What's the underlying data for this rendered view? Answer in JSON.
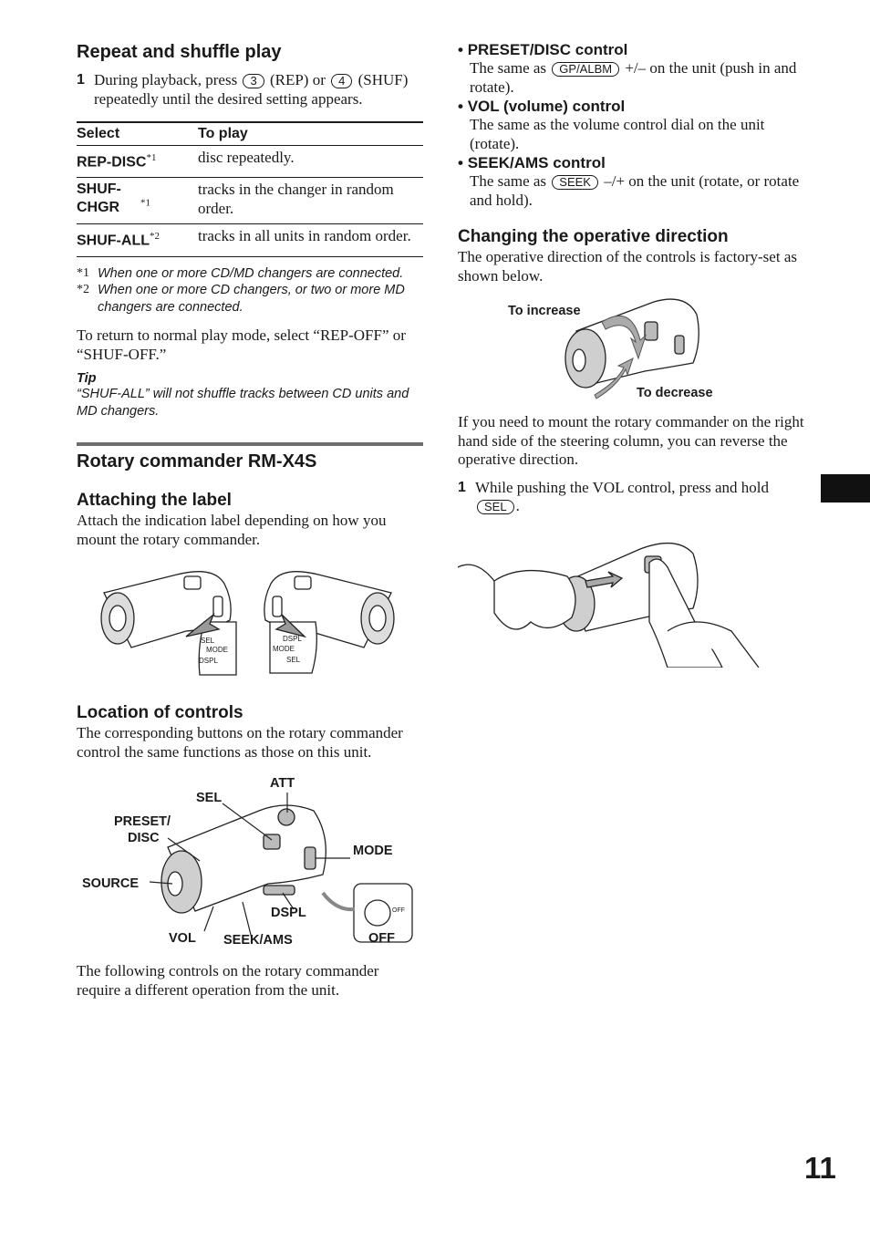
{
  "repeat": {
    "heading": "Repeat and shuffle play",
    "step_num": "1",
    "step_pre": "During playback, press",
    "btn3": "3",
    "mid": "(REP) or",
    "btn4": "4",
    "step_post": "(SHUF) repeatedly until the desired setting appears.",
    "table": {
      "headers": [
        "Select",
        "To play"
      ],
      "rows": [
        {
          "select": "REP-DISC",
          "sup": "*1",
          "play": "disc repeatedly."
        },
        {
          "select": "SHUF-CHGR",
          "sup": "*1",
          "play": "tracks in the changer in random order."
        },
        {
          "select": "SHUF-ALL",
          "sup": "*2",
          "play": "tracks in all units in random order."
        }
      ]
    },
    "footnotes": [
      {
        "mark": "*1",
        "text": "When one or more CD/MD changers are connected."
      },
      {
        "mark": "*2",
        "text": "When one or more CD changers, or two or more MD changers are connected."
      }
    ],
    "return_text": "To return to normal play mode, select “REP-OFF” or “SHUF-OFF.”",
    "tip_heading": "Tip",
    "tip_text": "“SHUF-ALL” will not shuffle tracks between CD units and MD changers."
  },
  "rotary": {
    "heading": "Rotary commander RM-X4S",
    "attach_heading": "Attaching the label",
    "attach_text": "Attach the indication label depending on how you mount the rotary commander.",
    "label1": [
      "SEL",
      "MODE",
      "DSPL"
    ],
    "label2": [
      "DSPL",
      "MODE",
      "SEL"
    ],
    "location_heading": "Location of controls",
    "location_text": "The corresponding buttons on the rotary commander control the same functions as those on this unit.",
    "callouts": {
      "att": "ATT",
      "sel": "SEL",
      "preset": "PRESET/",
      "disc": "DISC",
      "mode": "MODE",
      "source": "SOURCE",
      "dspl": "DSPL",
      "vol": "VOL",
      "seek": "SEEK/AMS",
      "off": "OFF",
      "off_small": "OFF"
    },
    "following_text": "The following controls on the rotary commander require a different operation from the unit."
  },
  "controls": [
    {
      "title": "PRESET/DISC control",
      "pre": "The same as",
      "btn": "GP/ALBM",
      "post": "+/– on the unit (push in and rotate)."
    },
    {
      "title": "VOL (volume) control",
      "pre": "The same as the volume control dial on the unit (rotate).",
      "btn": "",
      "post": ""
    },
    {
      "title": "SEEK/AMS control",
      "pre": "The same as",
      "btn": "SEEK",
      "post": "–/+ on the unit (rotate, or rotate and hold)."
    }
  ],
  "direction": {
    "heading": "Changing the operative direction",
    "text": "The operative direction of the controls is factory-set as shown below.",
    "to_increase": "To increase",
    "to_decrease": "To decrease",
    "mount_text": "If you need to mount the rotary commander on the right hand side of the steering column, you can reverse the operative direction.",
    "step_num": "1",
    "step_pre": "While pushing the VOL control, press and hold",
    "step_btn": "SEL",
    "step_post": "."
  },
  "page_number": "11"
}
